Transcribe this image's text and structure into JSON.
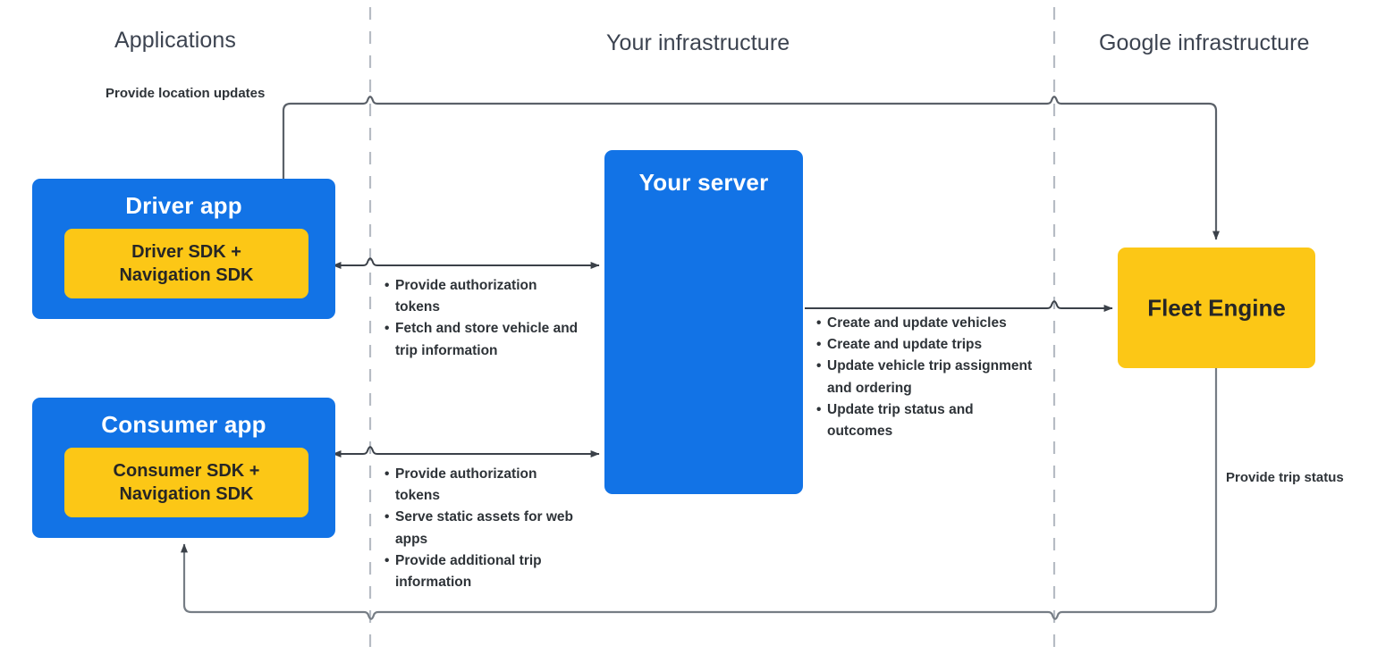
{
  "columns": {
    "applications": "Applications",
    "your_infrastructure": "Your infrastructure",
    "google_infrastructure": "Google infrastructure"
  },
  "nodes": {
    "driver_app": {
      "title": "Driver app",
      "inner": "Driver SDK +\nNavigation SDK",
      "inner_line1": "Driver SDK +",
      "inner_line2": "Navigation SDK",
      "color": "#1273e6",
      "inner_color": "#fcc716"
    },
    "consumer_app": {
      "title": "Consumer app",
      "inner_line1": "Consumer SDK +",
      "inner_line2": "Navigation SDK",
      "color": "#1273e6",
      "inner_color": "#fcc716"
    },
    "your_server": {
      "title": "Your server",
      "color": "#1273e6"
    },
    "fleet_engine": {
      "title": "Fleet Engine",
      "color": "#fcc716"
    }
  },
  "edges": {
    "location_updates": "Provide location updates",
    "trip_status": "Provide trip status",
    "driver_to_server": [
      "Provide authorization tokens",
      "Fetch and store vehicle and trip information"
    ],
    "consumer_to_server": [
      "Provide authorization tokens",
      "Serve static assets for web apps",
      "Provide additional trip information"
    ],
    "server_to_fleet": [
      "Create and update vehicles",
      "Create and update trips",
      "Update vehicle trip assignment and ordering",
      "Update trip status and outcomes"
    ]
  },
  "style": {
    "divider_color": "#b6bcc4",
    "connector_color": "#4a5058",
    "header_color": "#3c4350",
    "text_color": "#2e3338"
  }
}
